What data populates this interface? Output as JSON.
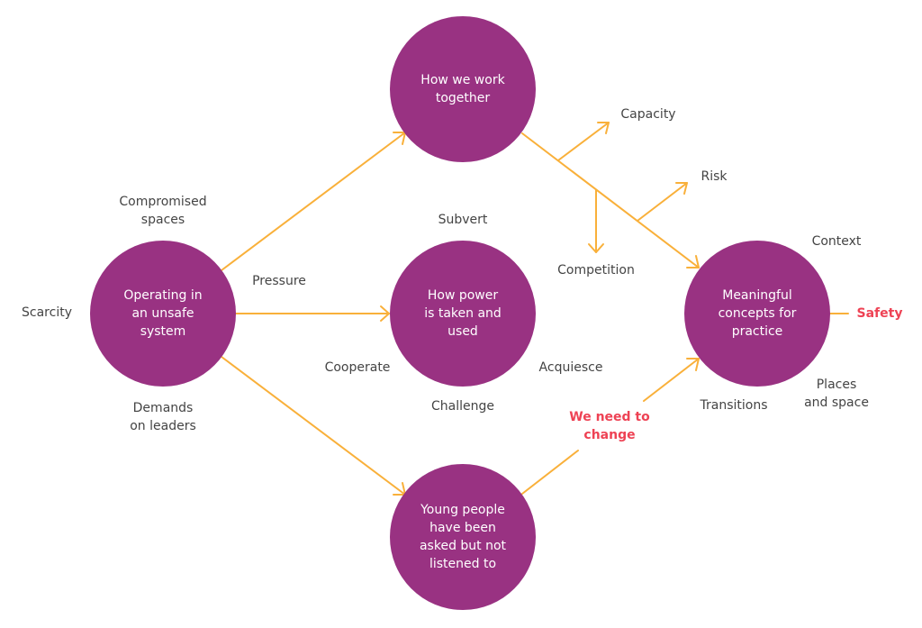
{
  "colors": {
    "node": "#993282",
    "arrow": "#f9b03a",
    "highlight": "#ee4254",
    "text": "#444444"
  },
  "nodes": {
    "unsafe": "Operating in\nan unsafe\nsystem",
    "work": "How we work\ntogether",
    "power": "How power\nis taken and\nused",
    "young": "Young people\nhave been\nasked but not\nlistened to",
    "concepts": "Meaningful\nconcepts for\npractice"
  },
  "labels": {
    "compromised": "Compromised\nspaces",
    "scarcity": "Scarcity",
    "demands": "Demands\non leaders",
    "pressure": "Pressure",
    "subvert": "Subvert",
    "cooperate": "Cooperate",
    "acquiesce": "Acquiesce",
    "challenge": "Challenge",
    "capacity": "Capacity",
    "risk": "Risk",
    "competition": "Competition",
    "context": "Context",
    "safety": "Safety",
    "places": "Places\nand space",
    "transitions": "Transitions",
    "change": "We need to\nchange"
  }
}
